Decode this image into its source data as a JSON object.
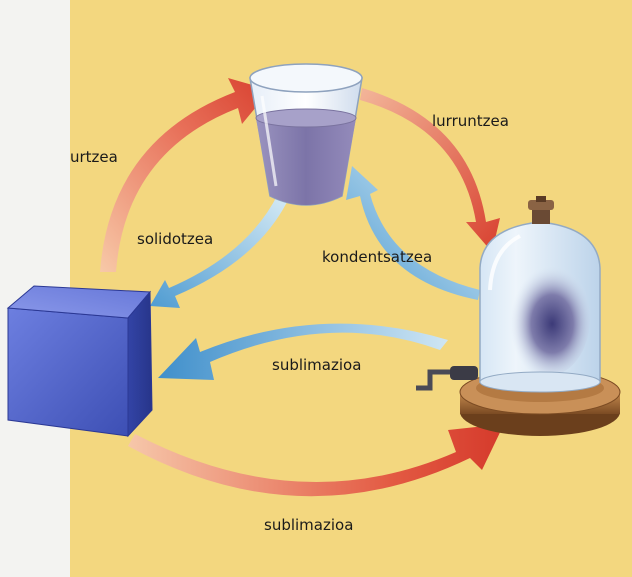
{
  "labels": {
    "melting": "urtzea",
    "evaporation": "lurruntzea",
    "solidification": "solidotzea",
    "condensation": "kondentsatzea",
    "sublimation_gas_to_solid": "sublimazioa",
    "sublimation_solid_to_gas": "sublimazioa"
  },
  "colors": {
    "page_background": "#f3d77f",
    "left_margin": "#f3f3f1",
    "warm_arrow": "#e2543c",
    "cool_arrow": "#5fa7d6",
    "ice_cube": "#4f63cc",
    "liquid": "#7d76a6",
    "bell_jar_base": "#8a5a2e"
  },
  "icons": {
    "solid": "ice-cube-icon",
    "liquid": "water-glass-icon",
    "gas": "bell-jar-vapor-icon"
  }
}
